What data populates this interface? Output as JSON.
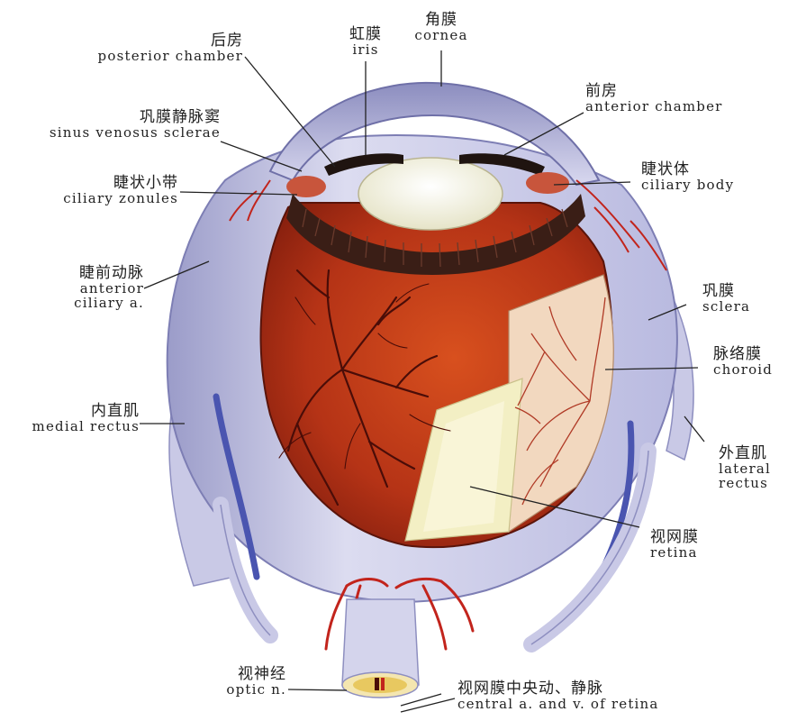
{
  "labels": {
    "posterior_chamber": {
      "zh": "后房",
      "en": "posterior chamber"
    },
    "iris": {
      "zh": "虹膜",
      "en": "iris"
    },
    "cornea": {
      "zh": "角膜",
      "en": "cornea"
    },
    "anterior_chamber": {
      "zh": "前房",
      "en": "anterior chamber"
    },
    "sinus_venosus": {
      "zh": "巩膜静脉窦",
      "en": "sinus venosus sclerae"
    },
    "ciliary_zonules": {
      "zh": "睫状小带",
      "en": "ciliary zonules"
    },
    "ciliary_body": {
      "zh": "睫状体",
      "en": "ciliary body"
    },
    "anterior_ciliary": {
      "zh": "睫前动脉",
      "en1": "anterior",
      "en2": "ciliary a."
    },
    "sclera": {
      "zh": "巩膜",
      "en": "sclera"
    },
    "choroid": {
      "zh": "脉络膜",
      "en": "choroid"
    },
    "medial_rectus": {
      "zh": "内直肌",
      "en": "medial rectus"
    },
    "lateral_rectus": {
      "zh": "外直肌",
      "en1": "lateral",
      "en2": "rectus"
    },
    "retina": {
      "zh": "视网膜",
      "en": "retina"
    },
    "optic_nerve": {
      "zh": "视神经",
      "en": "optic n."
    },
    "central_vessels": {
      "zh": "视网膜中央动、静脉",
      "en": "central a. and v. of retina"
    }
  },
  "colors": {
    "sclera": "#cfd0ea",
    "sclera_dark": "#8e8fc0",
    "fundus": "#a82814",
    "fundus_light": "#d8501e",
    "vessel": "#4a0d08",
    "artery": "#c2241c",
    "vein": "#4a55b0",
    "lens": "#f3f1dc",
    "ciliary": "#3a1e16"
  }
}
